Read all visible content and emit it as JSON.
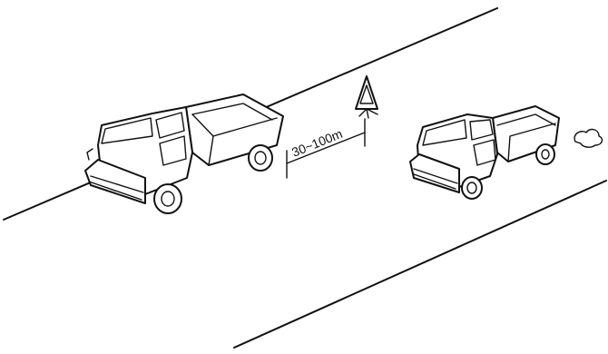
{
  "diagram": {
    "distance_label": "30~100m",
    "elements": [
      "road",
      "warning-triangle",
      "parked-truck-rear",
      "approaching-truck-front"
    ]
  }
}
